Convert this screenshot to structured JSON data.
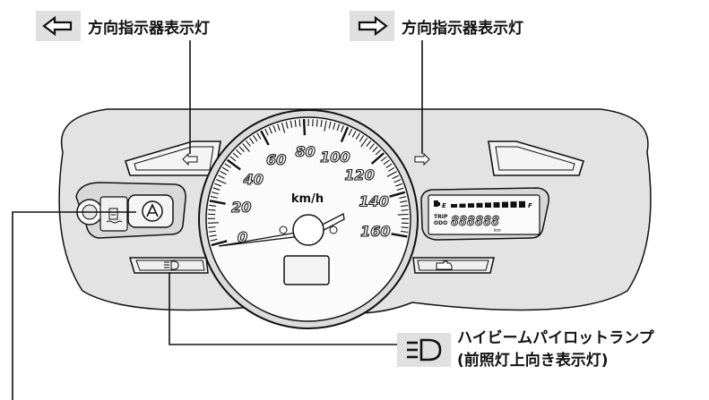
{
  "left_turn_indicator": {
    "label": "方向指示器表示灯",
    "icon": "arrow-left-outline-icon"
  },
  "right_turn_indicator": {
    "label": "方向指示器表示灯",
    "icon": "arrow-right-outline-icon"
  },
  "high_beam_indicator": {
    "line1": "ハイビームパイロットランプ",
    "line2": "(前照灯上向き表示灯)",
    "icon": "high-beam-icon"
  },
  "speedometer": {
    "unit": "km/h",
    "ticks": [
      "0",
      "20",
      "40",
      "60",
      "80",
      "100",
      "120",
      "140",
      "160"
    ]
  },
  "fuel_gauge": {
    "empty": "E",
    "full": "F"
  },
  "odometer": {
    "trip_label": "TRIP",
    "odo_label": "ODO",
    "digits": "888888",
    "unit": "km"
  },
  "colors": {
    "panel_bg": "#e3e3e3",
    "label_box_bg": "#e0e0e0",
    "line": "#111111"
  }
}
